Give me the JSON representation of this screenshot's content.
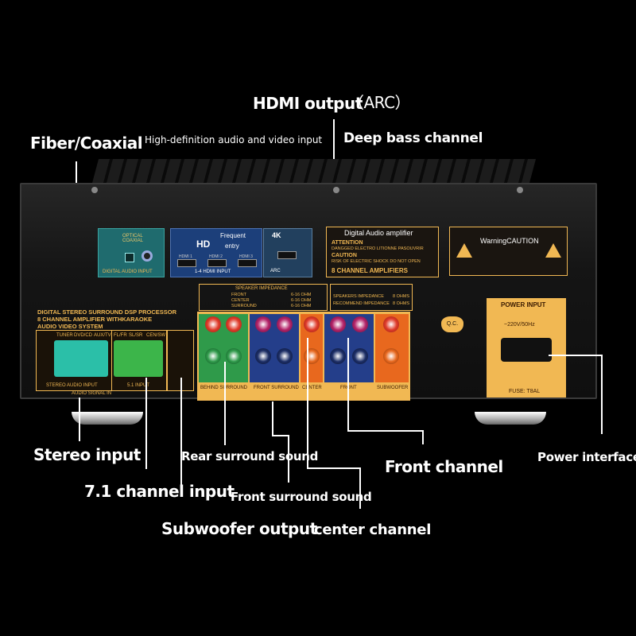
{
  "callouts": {
    "hdmi_output": "HDMI output",
    "arc": "（ARC）",
    "fiber_coaxial": "Fiber/Coaxial",
    "hd_av_input": "High-definition audio and video input",
    "deep_bass": "Deep bass channel",
    "stereo_input": "Stereo input",
    "rear_surround": "Rear surround sound",
    "front_channel": "Front channel",
    "power_interface": "Power interface",
    "channel71_input": "7.1 channel input",
    "front_surround": "Front surround sound",
    "subwoofer_output": "Subwoofer output",
    "center_channel": "center channel"
  },
  "panel_labels": {
    "optical_coaxial": "OPTICAL COAXIAL",
    "digital_audio_input": "DIGITAL AUDIO INPUT",
    "hd": "HD",
    "frequent_entry_1": "Frequent",
    "frequent_entry_2": "entry",
    "hdmi_1": "HDMI 1",
    "hdmi_2": "HDMI 2",
    "hdmi_3": "HDMI 3",
    "hdmi_input": "1-4 HDMI INPUT",
    "k4": "4K",
    "arc_out": "ARC",
    "digital_audio_amplifier": "Digital Audio amplifier",
    "attention": "ATTENTION",
    "attention_text": "DANGGED ELECTRO LITIONNE PASOUVRIR",
    "caution": "CAUTION",
    "caution_text": "RISK OF ELECTRIC SHOCK DO NOT OPEN",
    "eight_channel_amps": "8 CHANNEL AMPLIFIERS",
    "warning_caution": "WarningCAUTION",
    "speaker_impedance": "SPEAKER IMPEDANCE",
    "imp_front": "FRONT",
    "imp_center": "CENTER",
    "imp_surround": "SURROUND",
    "ohm_range": "6-16 OHM",
    "speakers_impedance": "SPEAKERS IMPEDANCE",
    "recommend_impedance": "RECOMMEND IMPEDANCE",
    "ohm8": "8 OHMS",
    "processor_line1": "DIGITAL STEREO SURROUND DSP PROCESSOR",
    "processor_line2": "8 CHANNEL AMPLIFIER WITHKARAOKE",
    "processor_line3": "AUDIO VIDEO SYSTEM",
    "tuner": "TUNER",
    "dvd_cd": "DVD/CD",
    "aux_tv": "AUX/TV",
    "stereo_audio_input": "STEREO AUDIO INPUT",
    "fl_fr": "FL/FR",
    "sl_sr": "SL/SR",
    "cen_sw": "CEN/SW",
    "ch51_input": "5.1 INPUT",
    "audio_signal_in": "AUDIO SIGNAL IN",
    "behind_surround": "BEHIND SURROUND",
    "front_surround_panel": "FRONT SURROUND",
    "center_panel": "CENTER",
    "front_panel": "FRONT",
    "subwoofer_panel": "SUBWOOFER",
    "power_input": "POWER INPUT",
    "voltage": "~220V/50Hz",
    "fuse": "FUSE: T8AL",
    "qc": "Q.C."
  },
  "colors": {
    "panel_orange": "#f1b853",
    "optical_panel": "#1f6b6e",
    "hdmi_panel": "#1c3f7a",
    "stereo_jack": "#2bbfa8",
    "green_jack": "#3cb54a",
    "red_post": "#e03b2a",
    "green_post": "#2f9a4a",
    "magenta_post": "#b4246a"
  }
}
